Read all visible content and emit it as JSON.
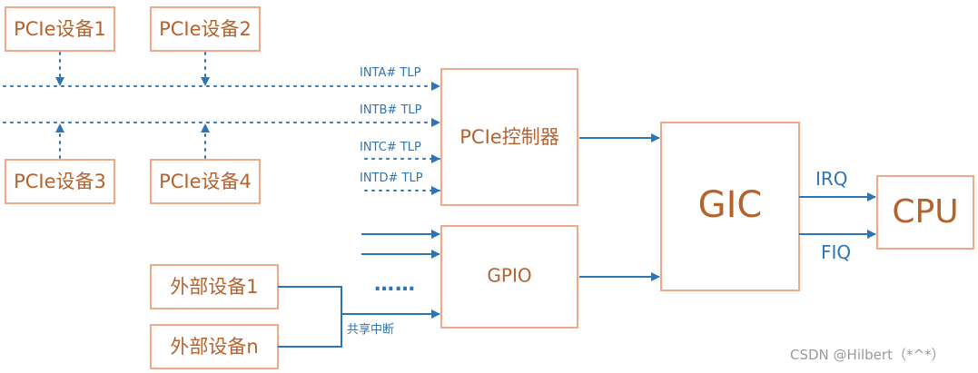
{
  "boxes": {
    "pcie_dev1": "PCIe设备1",
    "pcie_dev2": "PCIe设备2",
    "pcie_dev3": "PCIe设备3",
    "pcie_dev4": "PCIe设备4",
    "pcie_controller": "PCIe控制器",
    "gpio": "GPIO",
    "gic": "GIC",
    "cpu": "CPU",
    "ext_dev1": "外部设备1",
    "ext_devn": "外部设备n"
  },
  "signals": {
    "inta": "INTA# TLP",
    "intb": "INTB# TLP",
    "intc": "INTC# TLP",
    "intd": "INTD# TLP",
    "irq": "IRQ",
    "fiq": "FIQ",
    "shared_irq": "共享中断",
    "ellipsis": "……"
  },
  "watermark": "CSDN @Hilbert（*^*）",
  "colors": {
    "box_border": "#f0a888",
    "box_text": "#b4622e",
    "line": "#2e75b6"
  }
}
